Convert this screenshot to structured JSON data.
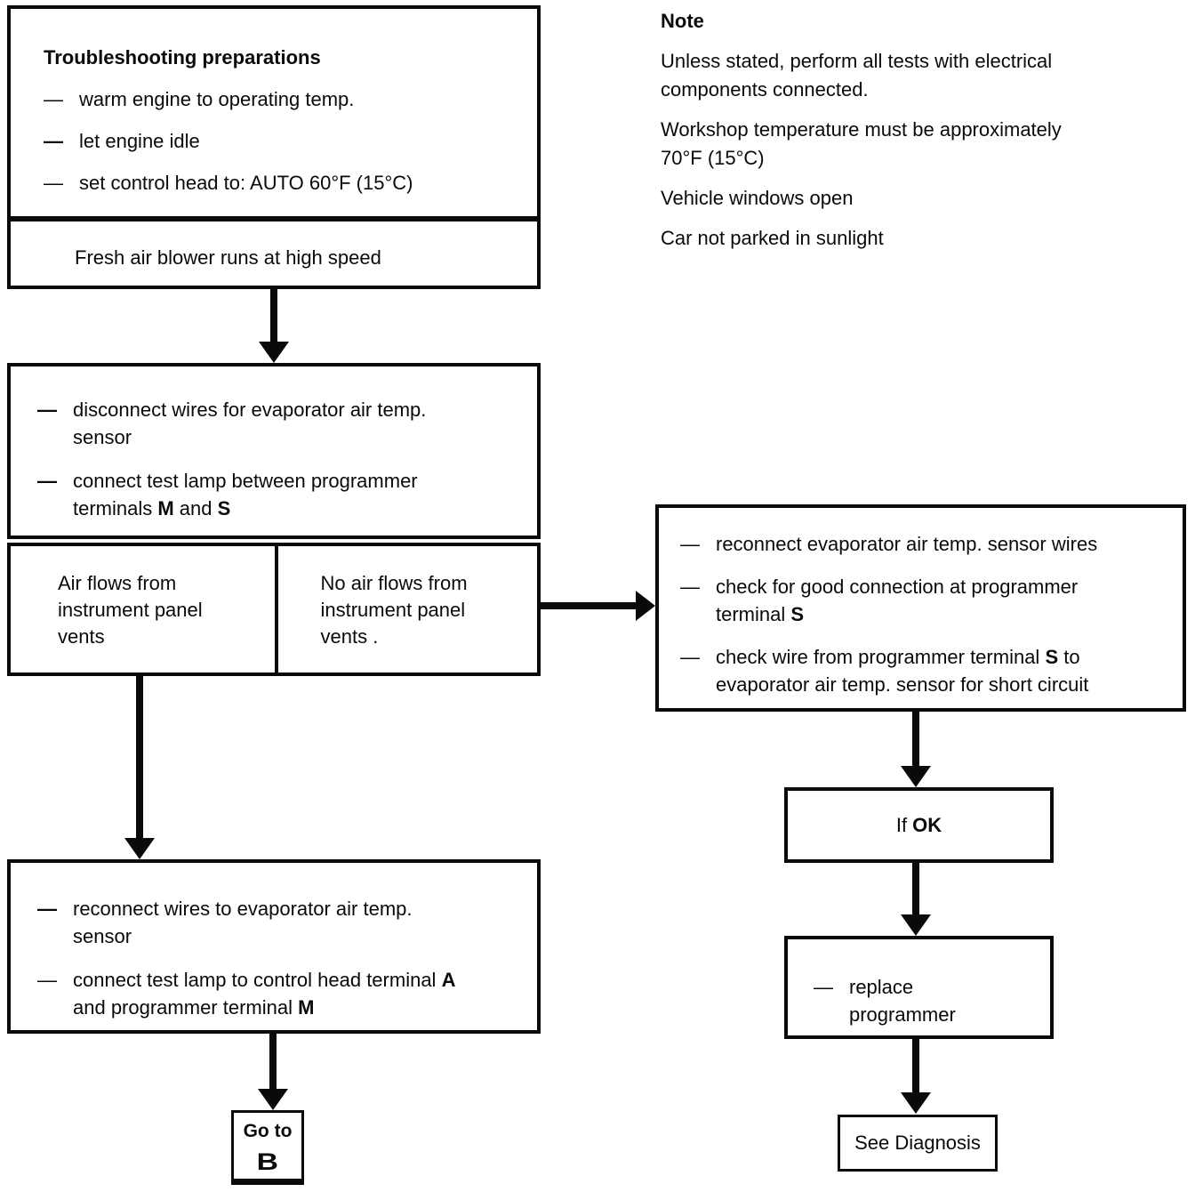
{
  "dash": "—",
  "prep_box": {
    "title": "Troubleshooting preparations",
    "steps": [
      [
        [
          {
            "t": "warm engine to operating temp."
          }
        ]
      ],
      [
        [
          {
            "t": "let engine idle"
          }
        ]
      ],
      [
        [
          {
            "t": "set control head to: AUTO 60°F (15°C)"
          }
        ]
      ]
    ],
    "result": "Fresh air blower runs at high speed"
  },
  "note": {
    "title": "Note",
    "paragraphs": [
      [
        [
          {
            "t": "Unless stated, perform all tests with electrical"
          }
        ],
        [
          {
            "t": "components connected."
          }
        ]
      ],
      [
        [
          {
            "t": "Workshop temperature must be approximately"
          }
        ],
        [
          {
            "t": "70°F (15°C)"
          }
        ]
      ],
      [
        [
          {
            "t": "Vehicle windows open"
          }
        ]
      ],
      [
        [
          {
            "t": "Car not parked in sunlight"
          }
        ]
      ]
    ]
  },
  "test_box": {
    "steps": [
      [
        [
          {
            "t": "disconnect wires for evaporator air temp."
          }
        ],
        [
          {
            "t": "sensor"
          }
        ]
      ],
      [
        [
          {
            "t": "connect test lamp between programmer"
          }
        ],
        [
          {
            "t": "terminals "
          },
          {
            "t": "M",
            "b": true
          },
          {
            "t": " and "
          },
          {
            "t": "S",
            "b": true
          }
        ]
      ]
    ]
  },
  "outcome_air": {
    "lines": [
      [
        {
          "t": "Air flows from"
        }
      ],
      [
        {
          "t": "instrument panel"
        }
      ],
      [
        {
          "t": "vents"
        }
      ]
    ]
  },
  "outcome_no_air": {
    "lines": [
      [
        {
          "t": "No air flows from"
        }
      ],
      [
        {
          "t": "instrument panel"
        }
      ],
      [
        {
          "t": "vents ."
        }
      ]
    ]
  },
  "check_box": {
    "steps": [
      [
        [
          {
            "t": "reconnect evaporator air temp. sensor wires"
          }
        ]
      ],
      [
        [
          {
            "t": "check for good connection at programmer"
          }
        ],
        [
          {
            "t": "terminal "
          },
          {
            "t": "S",
            "b": true
          }
        ]
      ],
      [
        [
          {
            "t": "check wire from programmer terminal "
          },
          {
            "t": "S",
            "b": true
          },
          {
            "t": " to"
          }
        ],
        [
          {
            "t": "evaporator air temp. sensor for short circuit"
          }
        ]
      ]
    ]
  },
  "if_ok_box": {
    "lines": [
      [
        {
          "t": "If "
        },
        {
          "t": "OK",
          "b": true
        }
      ]
    ]
  },
  "replace_box": {
    "steps": [
      [
        [
          {
            "t": "replace"
          }
        ],
        [
          {
            "t": "programmer"
          }
        ]
      ]
    ]
  },
  "see_diagnosis_box": {
    "label": "See Diagnosis"
  },
  "reconnect_box": {
    "steps": [
      [
        [
          {
            "t": "reconnect wires to evaporator air temp."
          }
        ],
        [
          {
            "t": "sensor"
          }
        ]
      ],
      [
        [
          {
            "t": "connect test lamp to control head terminal "
          },
          {
            "t": "A",
            "b": true
          }
        ],
        [
          {
            "t": "and programmer terminal "
          },
          {
            "t": "M",
            "b": true
          }
        ]
      ]
    ]
  },
  "goto_box": {
    "line1": "Go to",
    "line2": "B"
  }
}
